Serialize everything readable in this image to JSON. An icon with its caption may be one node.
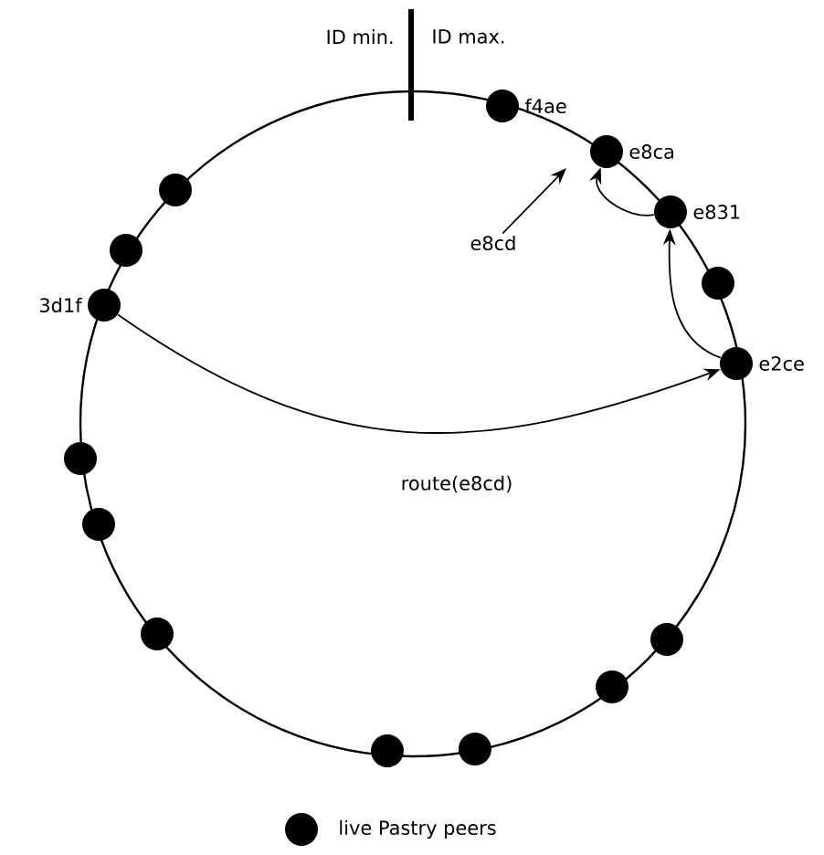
{
  "diagram": {
    "nodes": [
      {
        "text": [],
        "shape": "circle",
        "beside": [
          "f4ae"
        ]
      },
      {
        "text": [],
        "shape": "circle",
        "beside": [
          "e8ca"
        ]
      },
      {
        "text": [],
        "shape": "circle",
        "beside": [
          "e831"
        ]
      },
      {
        "text": [],
        "shape": "circle"
      },
      {
        "text": [],
        "shape": "circle",
        "beside": [
          "e2ce"
        ]
      },
      {
        "text": [],
        "shape": "circle"
      },
      {
        "text": [],
        "shape": "circle"
      },
      {
        "text": [],
        "shape": "circle"
      },
      {
        "text": [],
        "shape": "circle"
      },
      {
        "text": [],
        "shape": "circle"
      },
      {
        "text": [],
        "shape": "circle"
      },
      {
        "text": [],
        "shape": "circle"
      },
      {
        "text": [],
        "shape": "circle",
        "beside": [
          "3d1f"
        ]
      },
      {
        "text": [],
        "shape": "circle"
      },
      {
        "text": [],
        "shape": "circle"
      },
      {
        "text": [
          "e8cd"
        ]
      }
    ],
    "edges": [
      {
        "from": 12,
        "to": 4,
        "arrow": "to",
        "label": "route(e8cd)"
      },
      {
        "from": 4,
        "to": 2,
        "arrow": "to"
      },
      {
        "from": 2,
        "to": 1,
        "arrow": "to"
      },
      {
        "from": 15,
        "to": null,
        "arrow": "to"
      }
    ],
    "labels": [
      "ID min.",
      "ID max."
    ],
    "legend": [
      {
        "text": "live Pastry peers"
      }
    ]
  }
}
